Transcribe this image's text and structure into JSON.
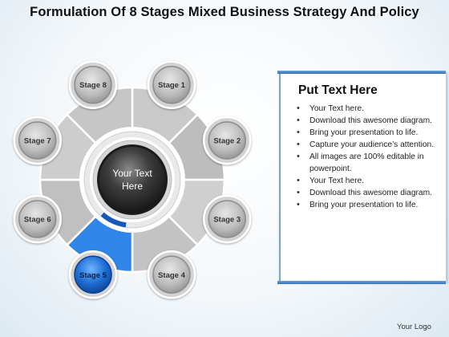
{
  "title": "Formulation Of 8 Stages Mixed Business Strategy And Policy",
  "center_text": [
    "Your Text",
    "Here"
  ],
  "stages": [
    {
      "label": "Stage 1",
      "highlighted": false
    },
    {
      "label": "Stage 2",
      "highlighted": false
    },
    {
      "label": "Stage 3",
      "highlighted": false
    },
    {
      "label": "Stage 4",
      "highlighted": false
    },
    {
      "label": "Stage 5",
      "highlighted": true
    },
    {
      "label": "Stage 6",
      "highlighted": false
    },
    {
      "label": "Stage 7",
      "highlighted": false
    },
    {
      "label": "Stage 8",
      "highlighted": false
    }
  ],
  "colors": {
    "highlight": "#2f86e8",
    "highlight_dark": "#1558b8",
    "panel_border": "#3a78c2"
  },
  "panel": {
    "heading": "Put Text Here",
    "bullets": [
      "Your Text here.",
      "Download this awesome diagram.",
      "Bring your presentation to life.",
      "Capture your audience’s attention.",
      "All images are 100% editable in powerpoint.",
      "Your Text here.",
      "Download this awesome diagram.",
      "Bring your presentation to life."
    ]
  },
  "logo": "Your Logo"
}
